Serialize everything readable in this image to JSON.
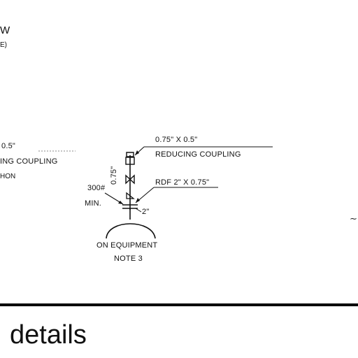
{
  "left_fragment": {
    "title": "W",
    "subtitle": "E)",
    "dim": "0.5\"",
    "coupling": "ING COUPLING",
    "extra": "HON"
  },
  "callouts": {
    "top_dim": "0.75\" X 0.5\"",
    "top_label": "REDUCING COUPLING",
    "vertical_size": "0.75\"",
    "rdf": "RDF 2\" X 0.75\"",
    "rating": "300#",
    "min": "MIN.",
    "pipe": "2\""
  },
  "equipment": {
    "label": "ON EQUIPMENT",
    "note": "NOTE 3"
  },
  "right_glyph": "∼",
  "caption": "details",
  "colors": {
    "line": "#111111",
    "rule": "#000000",
    "background": "#ffffff"
  }
}
